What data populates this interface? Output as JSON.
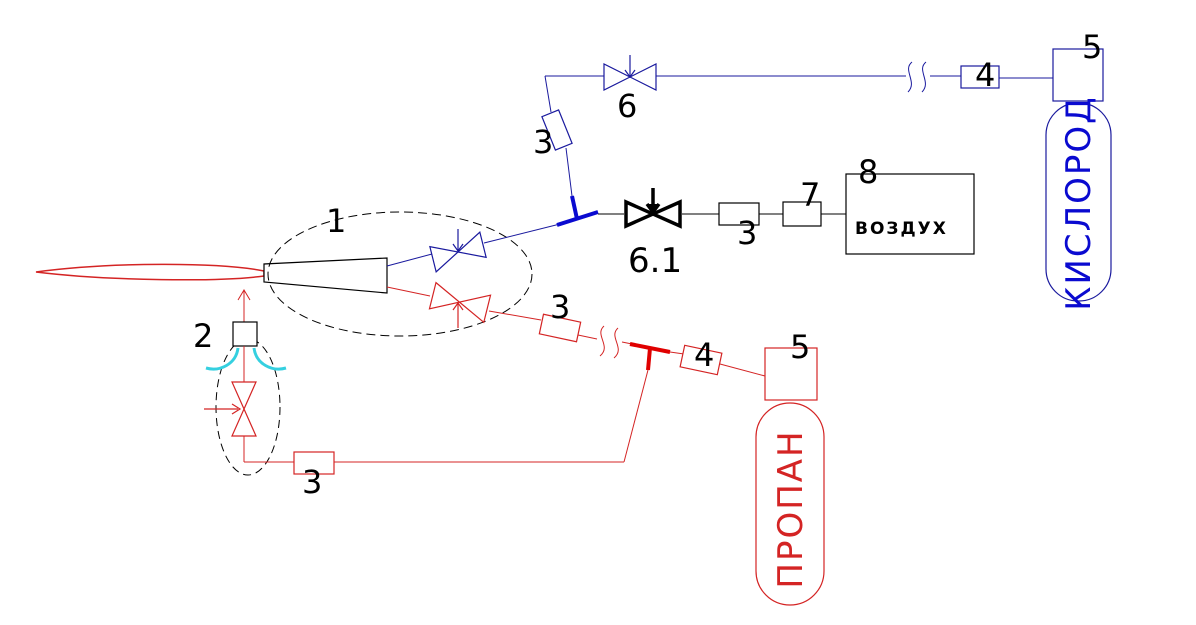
{
  "colors": {
    "oxygen_line": "#1a1a9e",
    "propane_line": "#d42424",
    "air_line": "#000000",
    "blue_tee": "#0a0ad0",
    "red_tee": "#e00000",
    "cyan_arc": "#35d0e0",
    "outline": "#000000"
  },
  "labels": {
    "burner": "1",
    "valve_group": "2",
    "hose_oxygen": "3",
    "hose_air": "3",
    "hose_propane_upper": "3",
    "hose_propane_lower": "3",
    "reducer_oxygen": "4",
    "reducer_propane": "4",
    "cylinder_oxygen": "5",
    "cylinder_propane": "5",
    "valve_oxygen": "6",
    "valve_air": "6.1",
    "filter_air": "7",
    "compressor": "8"
  },
  "box_labels": {
    "air": "ВОЗДУХ",
    "oxygen": "КИСЛОРОД",
    "propane": "ПРОПАН"
  }
}
